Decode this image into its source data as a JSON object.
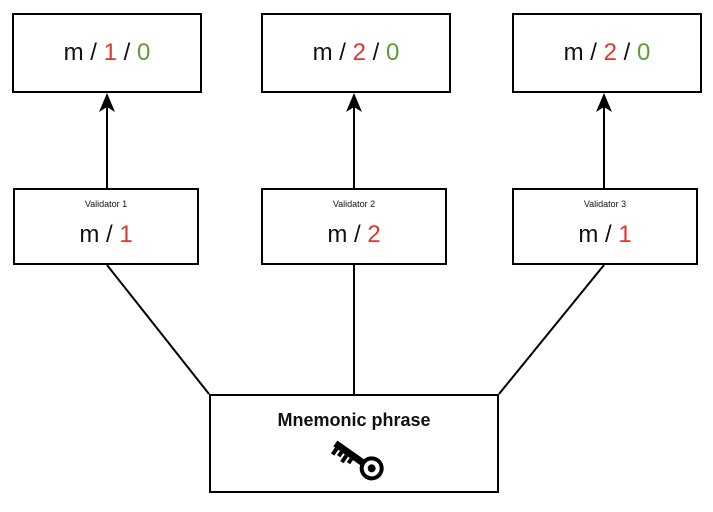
{
  "derived_keys": [
    {
      "prefix": "m",
      "sep1": "/",
      "index": "1",
      "sep2": "/",
      "sub": "0"
    },
    {
      "prefix": "m",
      "sep1": "/",
      "index": "2",
      "sep2": "/",
      "sub": "0"
    },
    {
      "prefix": "m",
      "sep1": "/",
      "index": "2",
      "sep2": "/",
      "sub": "0"
    }
  ],
  "validators": [
    {
      "label": "Validator 1",
      "prefix": "m",
      "sep": "/",
      "index": "1"
    },
    {
      "label": "Validator 2",
      "prefix": "m",
      "sep": "/",
      "index": "2"
    },
    {
      "label": "Validator 3",
      "prefix": "m",
      "sep": "/",
      "index": "1"
    }
  ],
  "root": {
    "title": "Mnemonic phrase",
    "icon": "key-icon"
  },
  "colors": {
    "index": "#e0352b",
    "sub": "#5b9e2d",
    "stroke": "#000000"
  }
}
